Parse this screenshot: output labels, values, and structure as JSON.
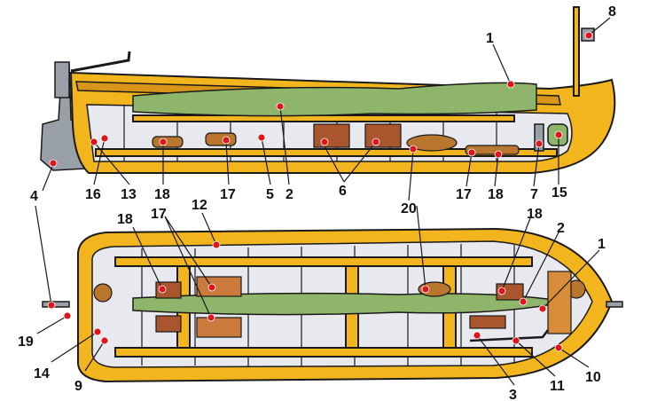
{
  "callouts": [
    {
      "id": "l1a",
      "text": "1"
    },
    {
      "id": "l8",
      "text": "8"
    },
    {
      "id": "l4",
      "text": "4"
    },
    {
      "id": "l16",
      "text": "16"
    },
    {
      "id": "l13",
      "text": "13"
    },
    {
      "id": "l18a",
      "text": "18"
    },
    {
      "id": "l17a",
      "text": "17"
    },
    {
      "id": "l5",
      "text": "5"
    },
    {
      "id": "l2a",
      "text": "2"
    },
    {
      "id": "l6",
      "text": "6"
    },
    {
      "id": "l20",
      "text": "20"
    },
    {
      "id": "l17b",
      "text": "17"
    },
    {
      "id": "l18b",
      "text": "18"
    },
    {
      "id": "l7",
      "text": "7"
    },
    {
      "id": "l15",
      "text": "15"
    },
    {
      "id": "l18c",
      "text": "18"
    },
    {
      "id": "l17c",
      "text": "17"
    },
    {
      "id": "l12",
      "text": "12"
    },
    {
      "id": "l18d",
      "text": "18"
    },
    {
      "id": "l2b",
      "text": "2"
    },
    {
      "id": "l1b",
      "text": "1"
    },
    {
      "id": "l19",
      "text": "19"
    },
    {
      "id": "l14",
      "text": "14"
    },
    {
      "id": "l9",
      "text": "9"
    },
    {
      "id": "l3",
      "text": "3"
    },
    {
      "id": "l11",
      "text": "11"
    },
    {
      "id": "l10",
      "text": "10"
    }
  ],
  "colors": {
    "wood": "#f2b51e",
    "sail": "#8fb56b",
    "crate": "#a9562f",
    "marker": "#e0141a"
  }
}
